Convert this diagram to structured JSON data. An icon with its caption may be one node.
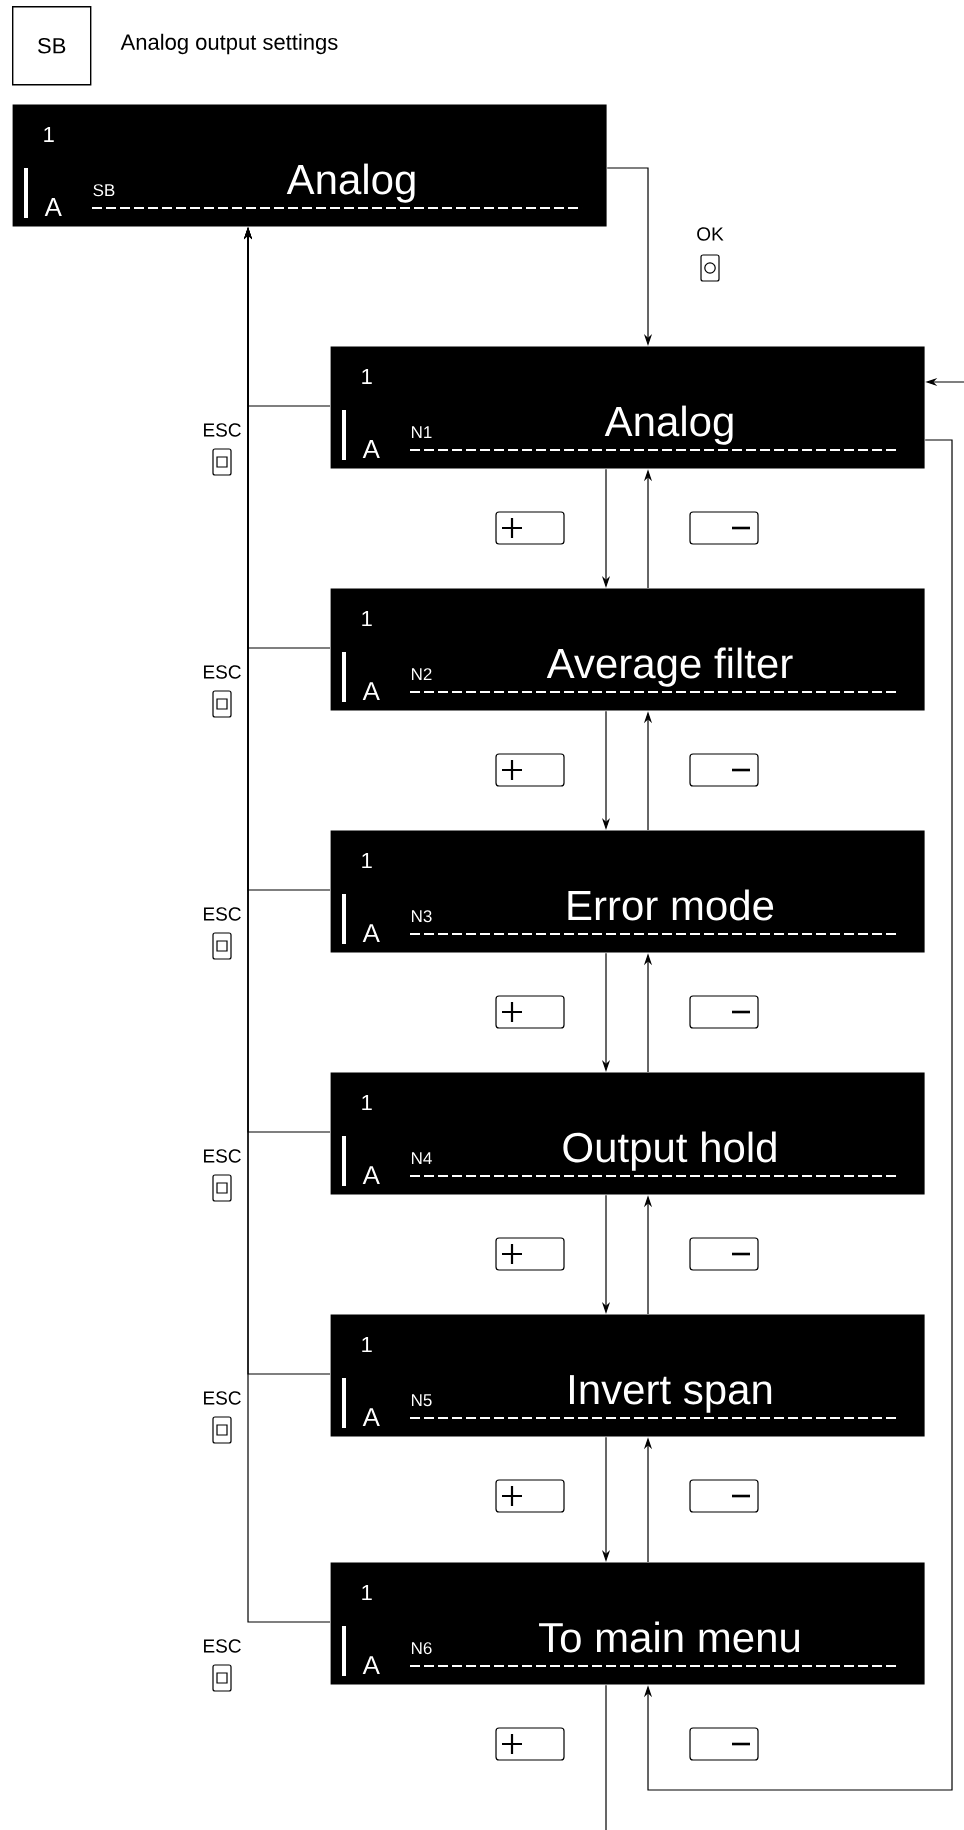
{
  "diagram": {
    "nodes": [
      {
        "text": [
          "SB"
        ],
        "beside": [
          "Analog output settings"
        ]
      },
      {
        "text": [
          "1",
          "A",
          "SB",
          "Analog"
        ]
      },
      {
        "text": [
          "1",
          "A",
          "N1",
          "Analog"
        ]
      },
      {
        "text": [
          "1",
          "A",
          "N2",
          "Average filter"
        ]
      },
      {
        "text": [
          "1",
          "A",
          "N3",
          "Error mode"
        ]
      },
      {
        "text": [
          "1",
          "A",
          "N4",
          "Output hold"
        ]
      },
      {
        "text": [
          "1",
          "A",
          "N5",
          "Invert span"
        ]
      },
      {
        "text": [
          "1",
          "A",
          "N6",
          "To main menu"
        ]
      }
    ],
    "edges": [
      {
        "from": 1,
        "to": 2,
        "arrow": "to",
        "label": "OK"
      },
      {
        "from": 2,
        "to": 1,
        "arrow": "to",
        "label": "ESC"
      },
      {
        "from": 3,
        "to": 1,
        "arrow": "to",
        "label": "ESC"
      },
      {
        "from": 4,
        "to": 1,
        "arrow": "to",
        "label": "ESC"
      },
      {
        "from": 5,
        "to": 1,
        "arrow": "to",
        "label": "ESC"
      },
      {
        "from": 6,
        "to": 1,
        "arrow": "to",
        "label": "ESC"
      },
      {
        "from": 7,
        "to": 1,
        "arrow": "to",
        "label": "ESC"
      },
      {
        "from": 2,
        "to": 3,
        "arrow": "to"
      },
      {
        "from": 3,
        "to": 4,
        "arrow": "to"
      },
      {
        "from": 4,
        "to": 5,
        "arrow": "to"
      },
      {
        "from": 5,
        "to": 6,
        "arrow": "to"
      },
      {
        "from": 6,
        "to": 7,
        "arrow": "to"
      },
      {
        "from": 3,
        "to": 2,
        "arrow": "to"
      },
      {
        "from": 4,
        "to": 3,
        "arrow": "to"
      },
      {
        "from": 5,
        "to": 4,
        "arrow": "to"
      },
      {
        "from": 6,
        "to": 5,
        "arrow": "to"
      },
      {
        "from": 7,
        "to": 6,
        "arrow": "to"
      },
      {
        "from": 2,
        "to": 7,
        "arrow": "to"
      },
      {
        "from": 7,
        "to": null,
        "arrow": "none"
      },
      {
        "from": null,
        "to": 2,
        "arrow": "to"
      }
    ]
  }
}
